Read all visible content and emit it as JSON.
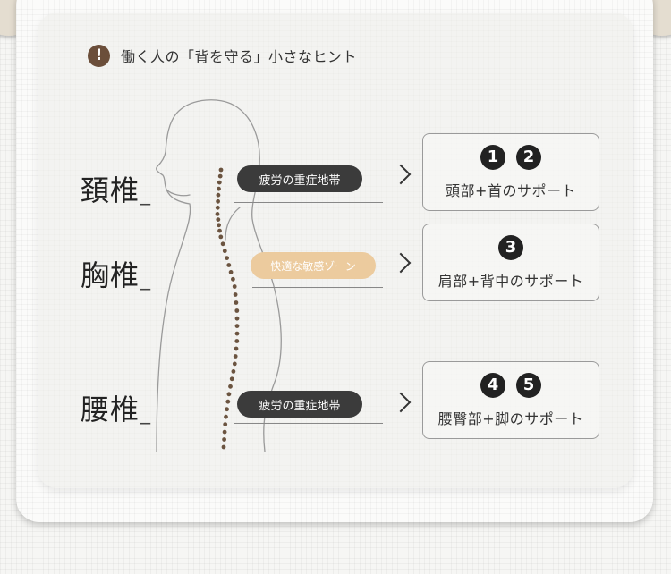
{
  "heading": {
    "icon": "exclamation-icon",
    "icon_glyph": "!",
    "text": "働く人の「背を守る」小さなヒント"
  },
  "sections": [
    {
      "label": "頚椎",
      "suffix": "_",
      "pill": "疲労の重症地帯",
      "pill_style": "dark",
      "numbers": [
        "1",
        "2"
      ],
      "support": "頭部+首のサポート"
    },
    {
      "label": "胸椎",
      "suffix": "_",
      "pill": "快適な敏感ゾーン",
      "pill_style": "light",
      "numbers": [
        "3"
      ],
      "support": "肩部+背中のサポート"
    },
    {
      "label": "腰椎",
      "suffix": "_",
      "pill": "疲労の重症地帯",
      "pill_style": "dark",
      "numbers": [
        "4",
        "5"
      ],
      "support": "腰臀部+脚のサポート"
    }
  ],
  "colors": {
    "dark_pill": "#3b3b3b",
    "light_pill": "#eccb9e",
    "spine_dots": "#6b5440",
    "icon": "#6b4e3a"
  }
}
